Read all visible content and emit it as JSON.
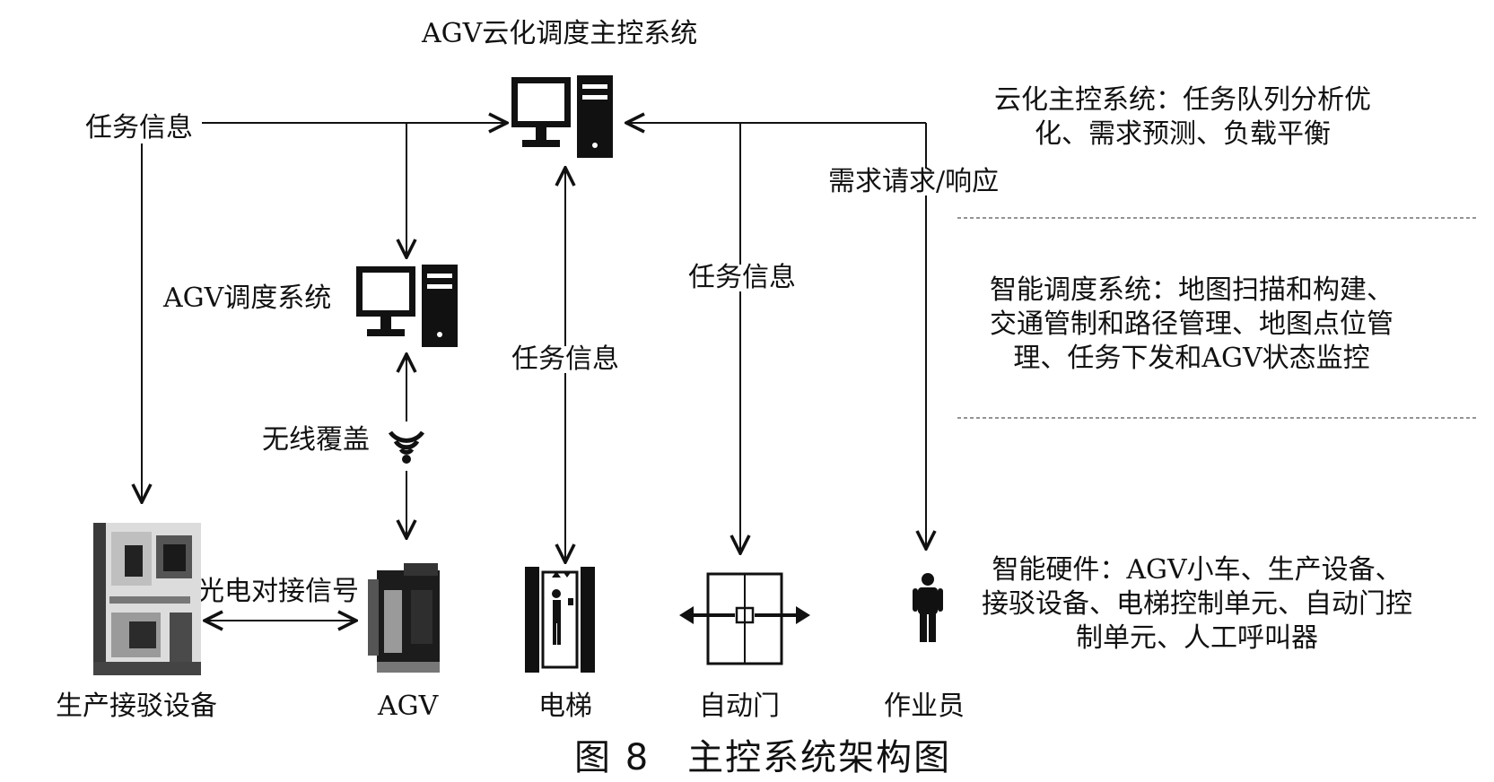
{
  "cloud_system": {
    "label": "AGV云化调度主控系统"
  },
  "agv_system": {
    "label": "AGV调度系统"
  },
  "flows": {
    "task_info_left": "任务信息",
    "task_info_elevator": "任务信息",
    "task_info_door": "任务信息",
    "demand": "需求请求/响应",
    "wireless": "无线覆盖",
    "photoelectric": "光电对接信号"
  },
  "devices": {
    "production": "生产接驳设备",
    "agv": "AGV",
    "elevator": "电梯",
    "door": "自动门",
    "operator": "作业员"
  },
  "side_notes": {
    "cloud": [
      "云化主控系统：任务队列分析优",
      "化、需求预测、负载平衡"
    ],
    "dispatch": [
      "智能调度系统：地图扫描和构建、",
      "交通管制和路径管理、地图点位管",
      "理、任务下发和AGV状态监控"
    ],
    "hardware": [
      "智能硬件：AGV小车、生产设备、",
      "接驳设备、电梯控制单元、自动门控",
      "制单元、人工呼叫器"
    ]
  },
  "figure_title": "图 8　主控系统架构图"
}
